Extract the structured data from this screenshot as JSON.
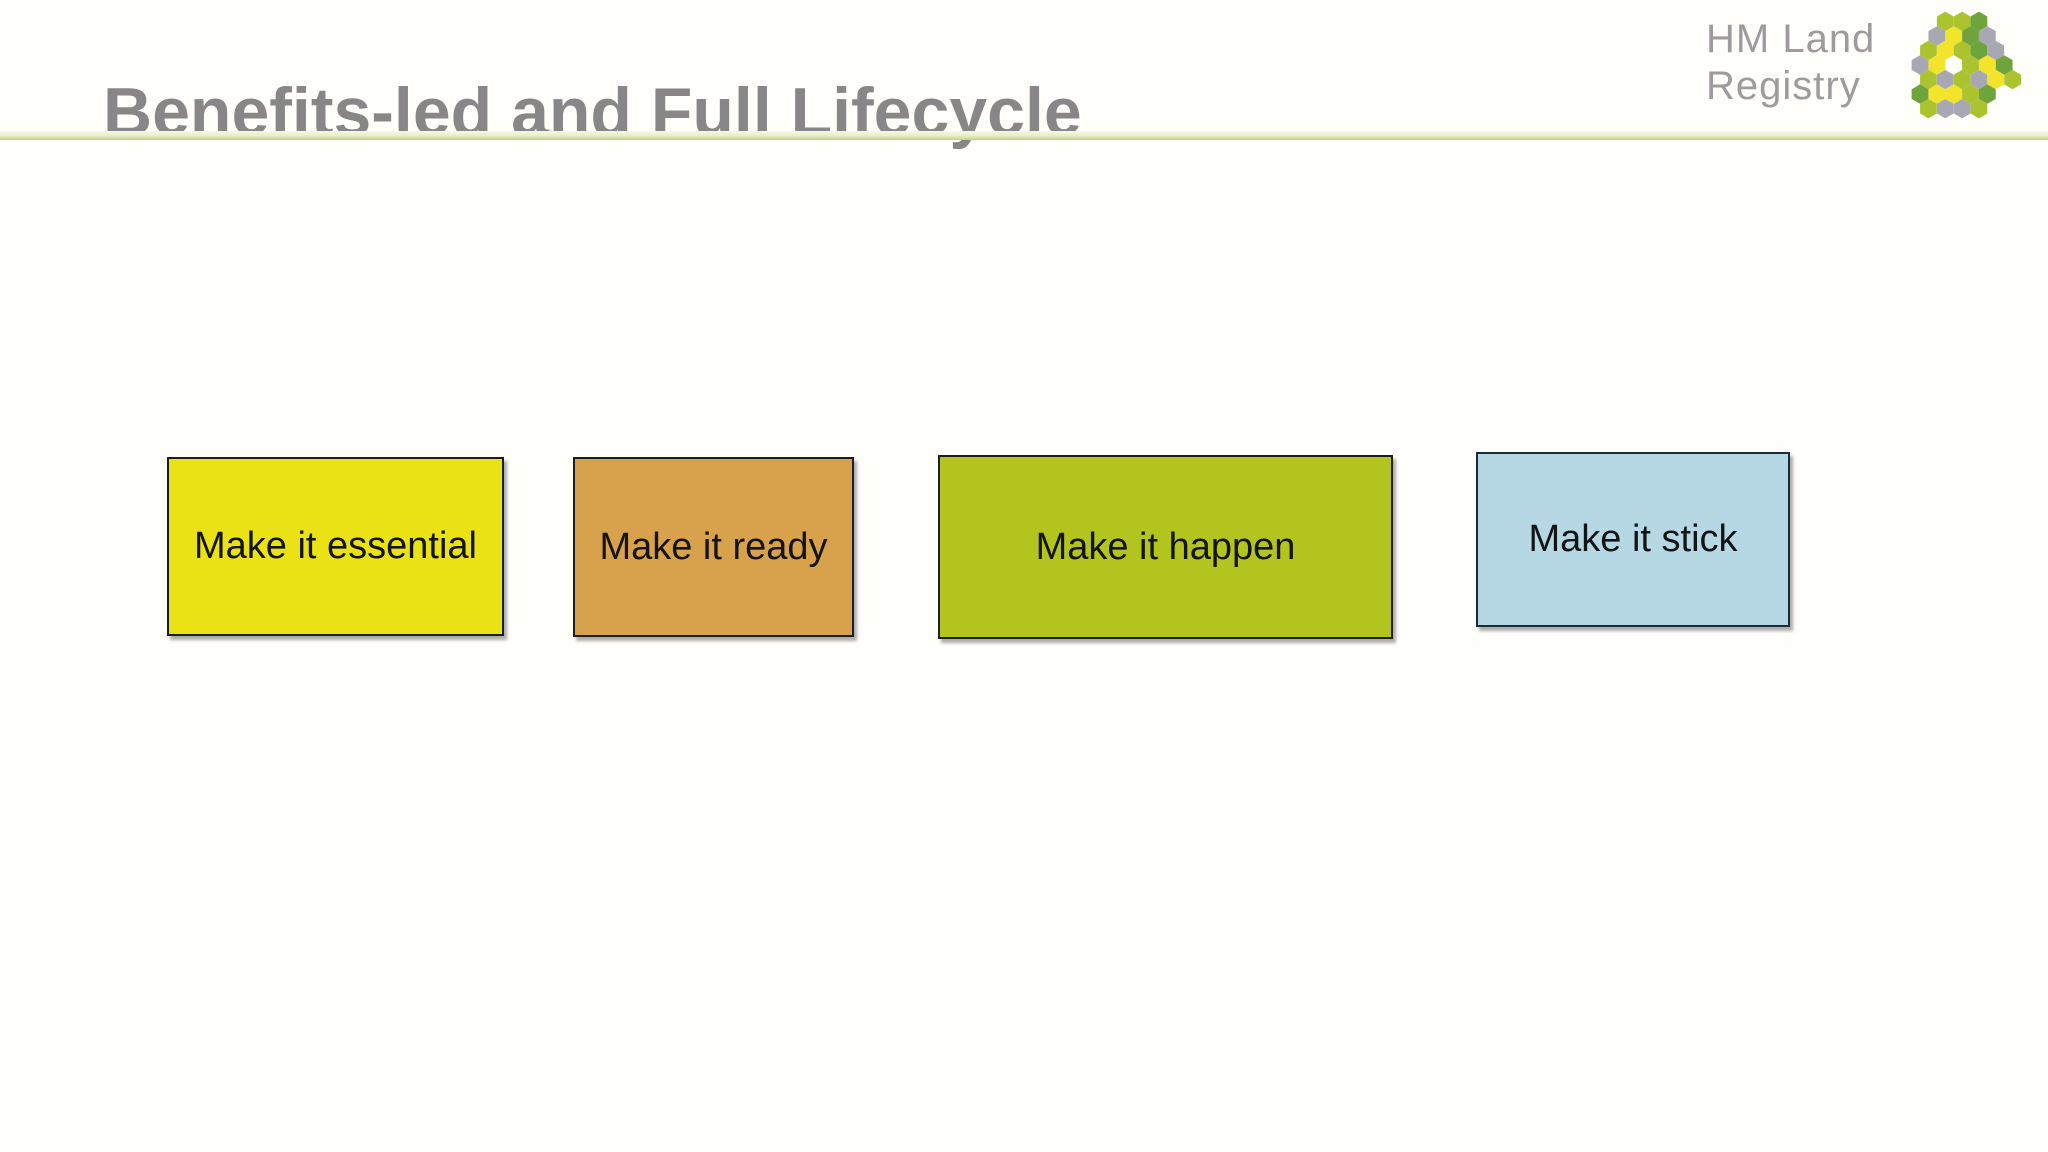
{
  "header": {
    "title": "Benefits-led and Full Lifecycle",
    "title_color": "#878787"
  },
  "logo": {
    "name": "HM Land Registry",
    "line1": "HM Land",
    "line2": "Registry",
    "text_color": "#9c9c9e",
    "palette": {
      "yg": "#abc32f",
      "y": "#f2e32b",
      "g": "#6fa33c",
      "gr": "#a7a8b4",
      "w": "#ffffff"
    },
    "mark_rows": [
      {
        "dx": 0,
        "cells": [
          "yg",
          "yg",
          "g"
        ]
      },
      {
        "dx": 0,
        "cells": [
          "gr",
          "y",
          "g",
          "gr"
        ]
      },
      {
        "dx": 0,
        "cells": [
          "yg",
          "y",
          "yg",
          "g",
          "gr"
        ]
      },
      {
        "dx": 0,
        "cells": [
          "gr",
          "y",
          "w",
          "yg",
          "y",
          "g"
        ]
      },
      {
        "dx": 0.5,
        "cells": [
          "yg",
          "gr",
          "yg",
          "gr",
          "y",
          "yg"
        ]
      },
      {
        "dx": -0.5,
        "cells": [
          "g",
          "y",
          "y",
          "yg",
          "g"
        ]
      },
      {
        "dx": -0.5,
        "cells": [
          "yg",
          "gr",
          "gr",
          "yg"
        ]
      }
    ]
  },
  "divider": {
    "top": "#f7f7e6",
    "mid": "#e7edc8",
    "bottom": "#c2d180"
  },
  "boxes": [
    {
      "label": "Make it essential",
      "fill": "#eae215",
      "border": "#1d1d1d"
    },
    {
      "label": "Make it ready",
      "fill": "#d8a14b",
      "border": "#1d1d1d"
    },
    {
      "label": "Make it happen",
      "fill": "#b4c41f",
      "border": "#1d1d1d"
    },
    {
      "label": "Make it stick",
      "fill": "#b5d8e4",
      "border": "#1c2b38"
    }
  ]
}
